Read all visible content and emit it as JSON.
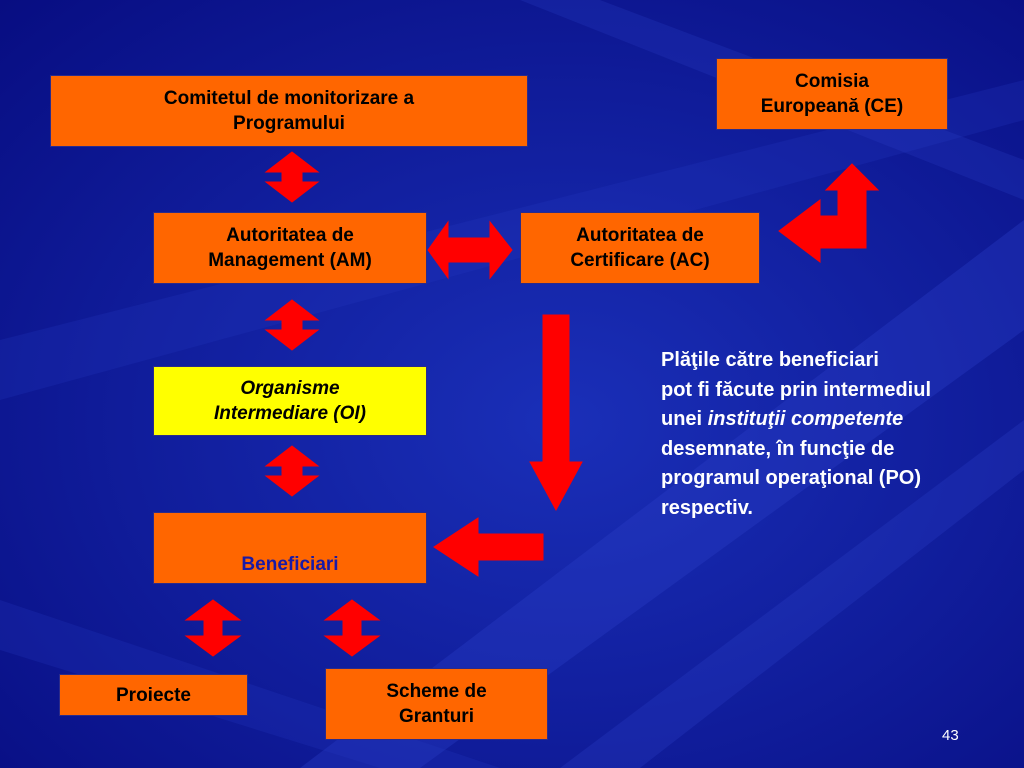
{
  "boxes": {
    "committee": [
      "Comitetul de monitorizare a",
      "Programului"
    ],
    "commission": [
      "Comisia",
      "Europeană (CE)"
    ],
    "management": [
      "Autoritatea de",
      "Management (AM)"
    ],
    "certification": [
      "Autoritatea de",
      "Certificare (AC)"
    ],
    "intermediary": [
      "Organisme",
      "Intermediare (OI)"
    ],
    "beneficiaries": [
      "Beneficiari"
    ],
    "projects": [
      "Proiecte"
    ],
    "grants": [
      "Scheme de",
      "Granturi"
    ]
  },
  "note": {
    "line1": "Plăţile către beneficiari",
    "line2": "pot fi făcute prin intermediul",
    "line3_prefix": "unei ",
    "line3_italic": "instituţii competente",
    "line4": "desemnate, în funcţie de",
    "line5": "programul operaţional (PO)",
    "line6": "respectiv."
  },
  "page_number": "43",
  "colors": {
    "background": "#0a1190",
    "box_orange": "#ff6600",
    "box_yellow": "#ffff00",
    "arrow_red": "#ff0000",
    "beneficiari_text": "#1a1aa6",
    "note_text": "#ffffff"
  }
}
